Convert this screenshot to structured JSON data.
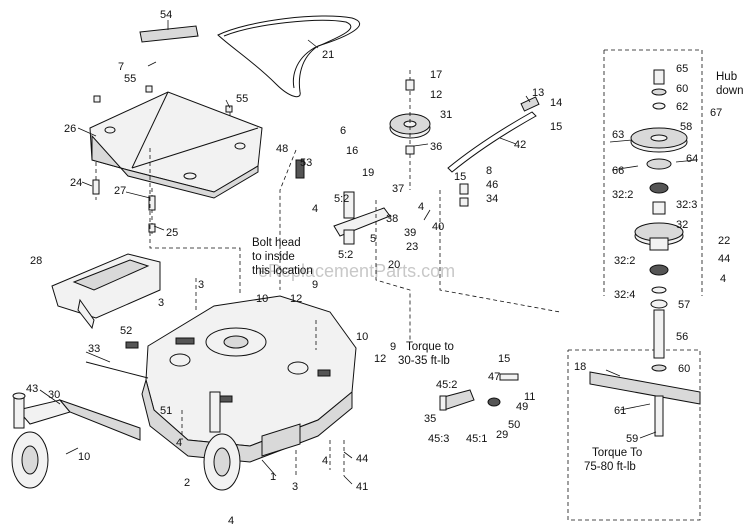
{
  "watermark": "eReplacementParts.com",
  "notes": {
    "bolt_head": [
      "Bolt head",
      "to inside",
      "this location"
    ],
    "torque_mid": [
      "Torque to",
      "30-35 ft-lb"
    ],
    "hub_down": [
      "Hub",
      "down"
    ],
    "torque_right": [
      "Torque To",
      "75-80 ft-lb"
    ]
  },
  "callouts": {
    "c54": "54",
    "c21": "21",
    "c7": "7",
    "c55a": "55",
    "c55b": "55",
    "c26": "26",
    "c24": "24",
    "c27": "27",
    "c25": "25",
    "c48": "48",
    "c53": "53",
    "c6": "6",
    "c16": "16",
    "c19": "19",
    "c4a": "4",
    "c52a": "5:2",
    "c17": "17",
    "c12a": "12",
    "c31": "31",
    "c36": "36",
    "c37": "37",
    "c38": "38",
    "c5": "5",
    "c52b": "5:2",
    "c39": "39",
    "c23": "23",
    "c20": "20",
    "c13": "13",
    "c14": "14",
    "c15a": "15",
    "c42": "42",
    "c8": "8",
    "c46": "46",
    "c15b": "15",
    "c34": "34",
    "c40": "40",
    "c4b": "4",
    "c28": "28",
    "c3a": "3",
    "c3b": "3",
    "c10a": "10",
    "c12b": "12",
    "c9a": "9",
    "c52": "52",
    "c33": "33",
    "c43": "43",
    "c30": "30",
    "c51": "51",
    "c10b": "10",
    "c4c": "4",
    "c10c": "10",
    "c9b": "9",
    "c12c": "12",
    "c15c": "15",
    "c47": "47",
    "c45_2": "45:2",
    "c11": "11",
    "c49": "49",
    "c50": "50",
    "c35": "35",
    "c45_3": "45:3",
    "c45_1": "45:1",
    "c29": "29",
    "c1": "1",
    "c4d": "4",
    "c44a": "44",
    "c41": "41",
    "c3c": "3",
    "c2": "2",
    "c4e": "4",
    "c65": "65",
    "c60a": "60",
    "c62": "62",
    "c67": "67",
    "c63": "63",
    "c58": "58",
    "c66": "66",
    "c64": "64",
    "c32_2a": "32:2",
    "c32_3": "32:3",
    "c32": "32",
    "c22": "22",
    "c44b": "44",
    "c4f": "4",
    "c32_2b": "32:2",
    "c32_4": "32:4",
    "c57": "57",
    "c56": "56",
    "c60b": "60",
    "c18": "18",
    "c61": "61",
    "c59": "59"
  }
}
